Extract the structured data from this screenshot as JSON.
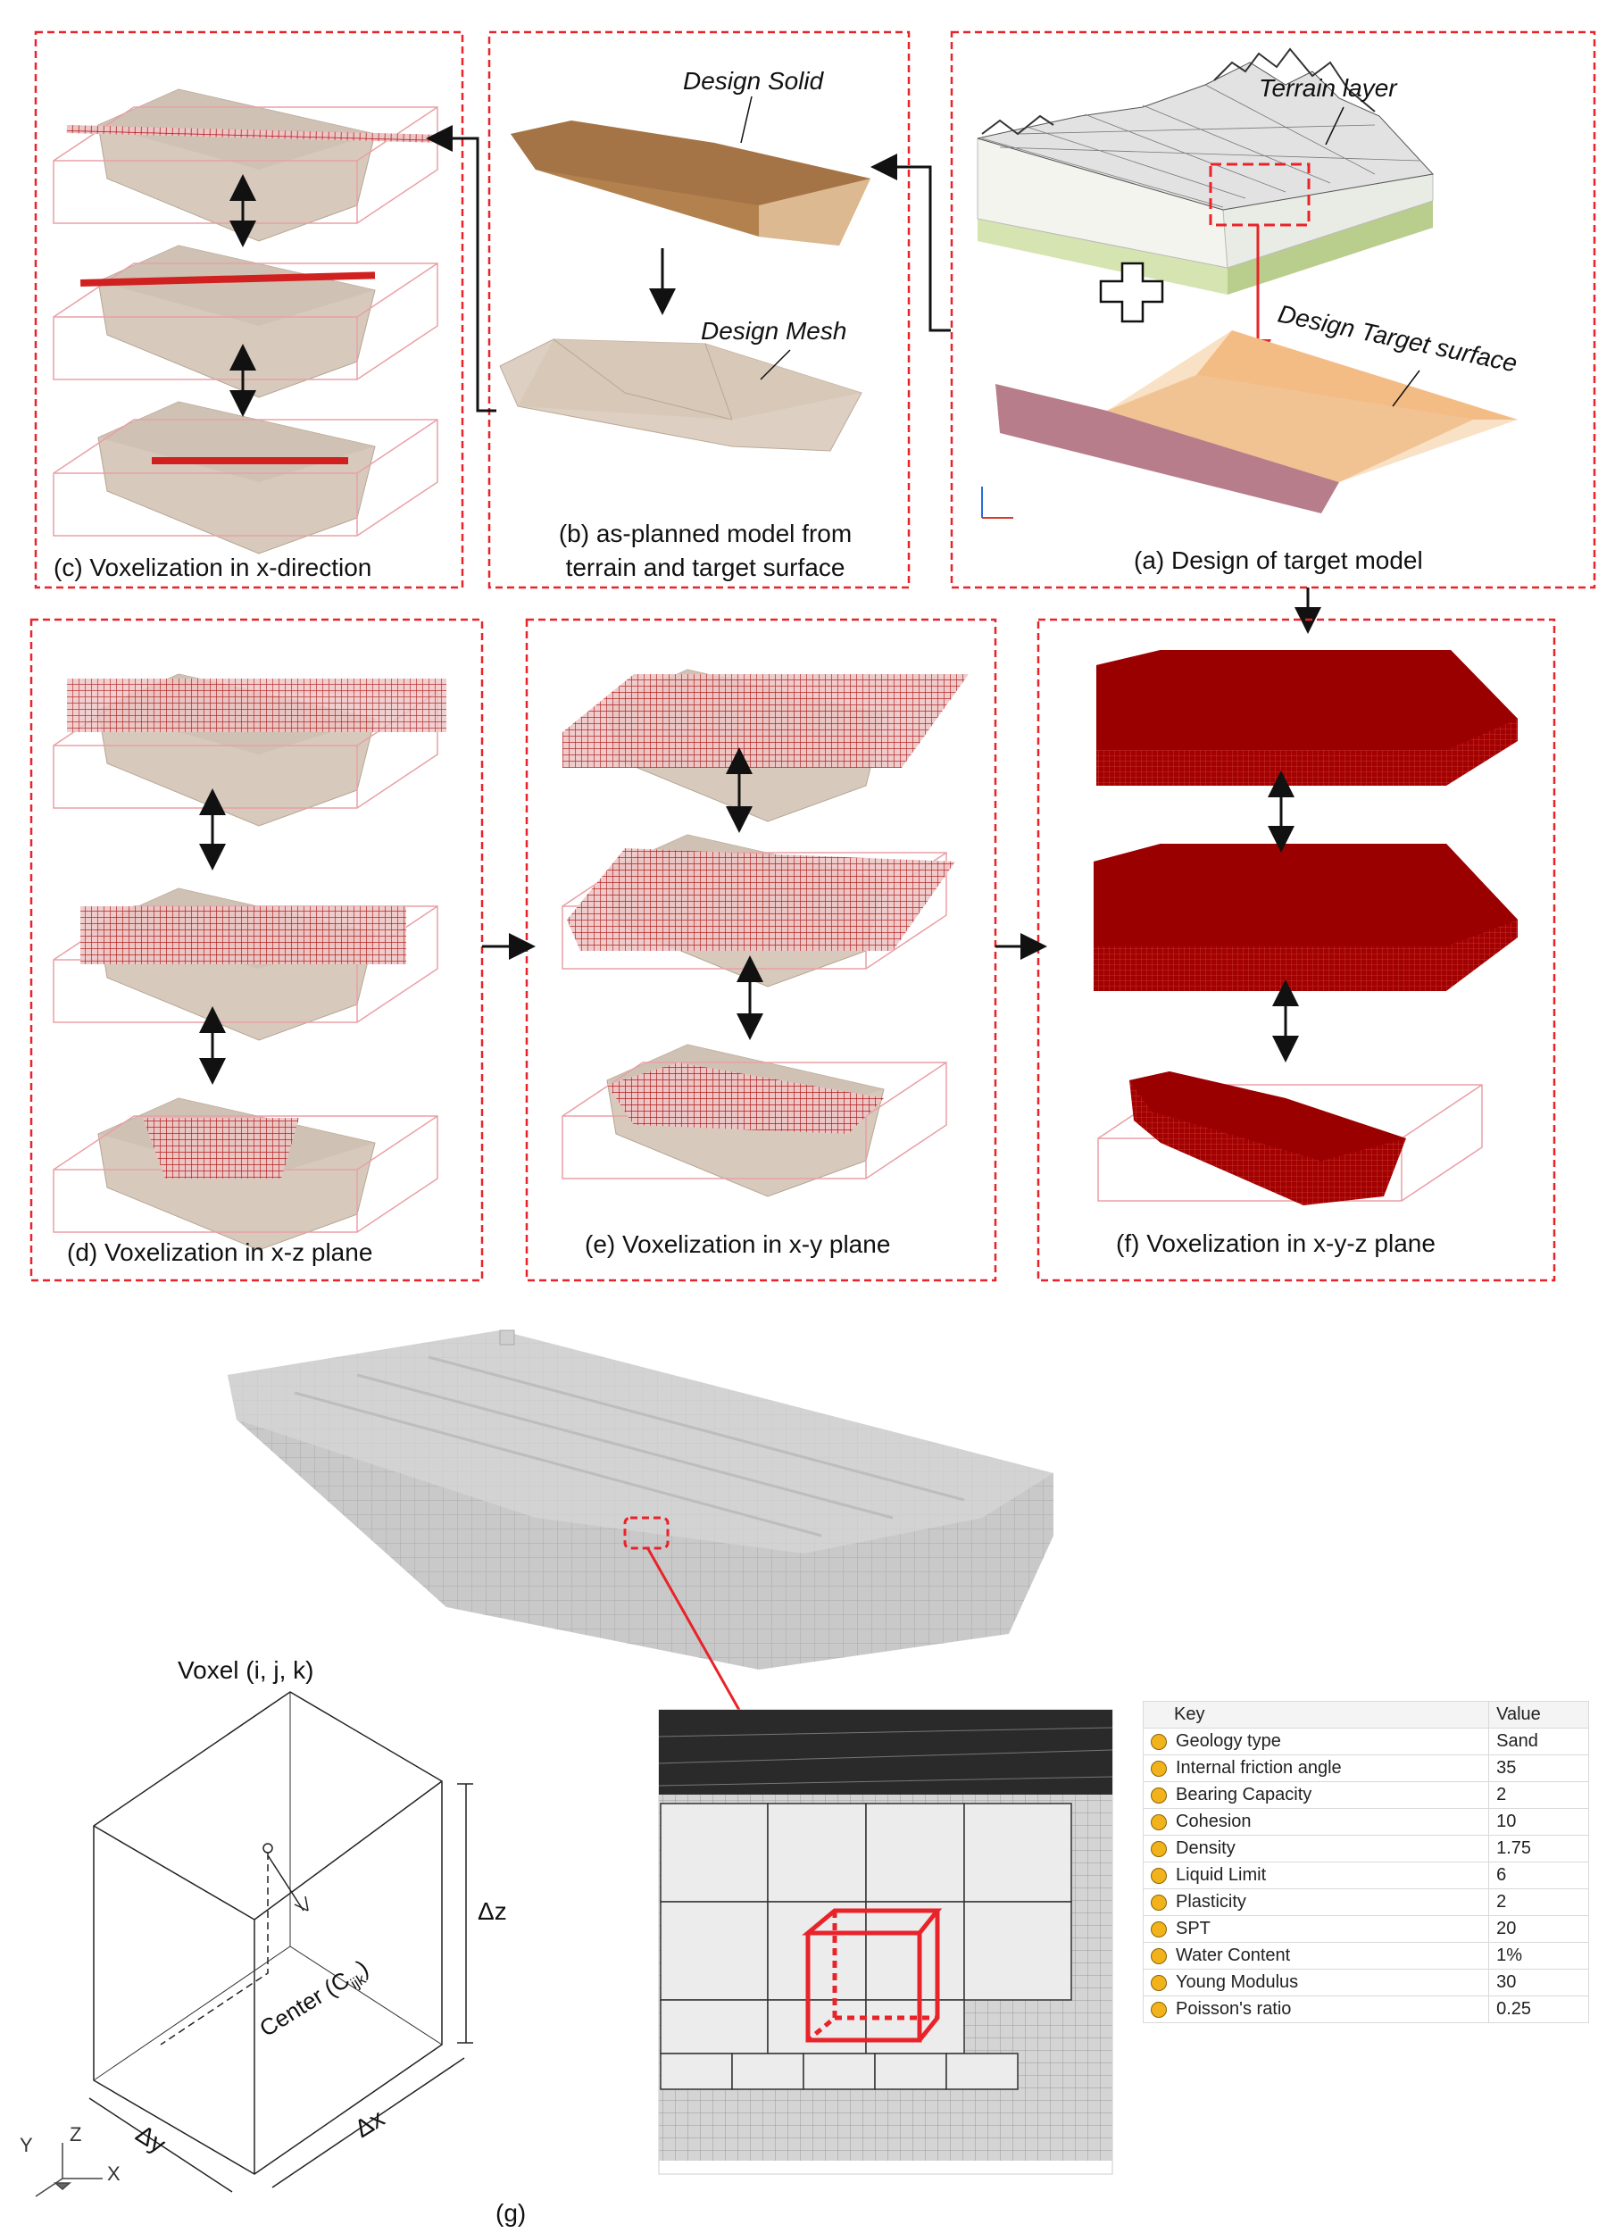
{
  "panels": {
    "c": {
      "caption": "(c) Voxelization in x-direction"
    },
    "b": {
      "caption_line1": "(b) as-planned model from",
      "caption_line2": "terrain and target surface",
      "label_solid": "Design Solid",
      "label_mesh": "Design Mesh"
    },
    "a": {
      "caption": "(a) Design of target model",
      "label_terrain": "Terrain layer",
      "label_target": "Design Target surface"
    },
    "d": {
      "caption": "(d) Voxelization in x-z plane"
    },
    "e": {
      "caption": "(e) Voxelization in x-y plane"
    },
    "f": {
      "caption": "(f) Voxelization in x-y-z plane"
    }
  },
  "voxel": {
    "title": "Voxel (i, j, k)",
    "dz": "Δz",
    "dy": "Δy",
    "dx": "Δx",
    "center_main": "Center (C",
    "center_sub": "ijk",
    "center_close": ")",
    "axis_z": "Z",
    "axis_y": "Y",
    "axis_x": "X"
  },
  "properties": {
    "header_key": "Key",
    "header_value": "Value",
    "rows": [
      {
        "key": "Geology type",
        "value": "Sand"
      },
      {
        "key": "Internal friction angle",
        "value": "35"
      },
      {
        "key": "Bearing Capacity",
        "value": "2"
      },
      {
        "key": "Cohesion",
        "value": "10"
      },
      {
        "key": "Density",
        "value": "1.75"
      },
      {
        "key": "Liquid Limit",
        "value": "6"
      },
      {
        "key": "Plasticity",
        "value": "2"
      },
      {
        "key": "SPT",
        "value": "20"
      },
      {
        "key": "Water Content",
        "value": "1%"
      },
      {
        "key": "Young Modulus",
        "value": "30"
      },
      {
        "key": "Poisson's ratio",
        "value": "0.25"
      }
    ]
  },
  "figure_label": "(g)",
  "colors": {
    "accent_red": "#e8232a",
    "voxel_red": "#9b0000",
    "design_tan": "#b98b58",
    "mesh_tan": "#d8c8b8"
  }
}
